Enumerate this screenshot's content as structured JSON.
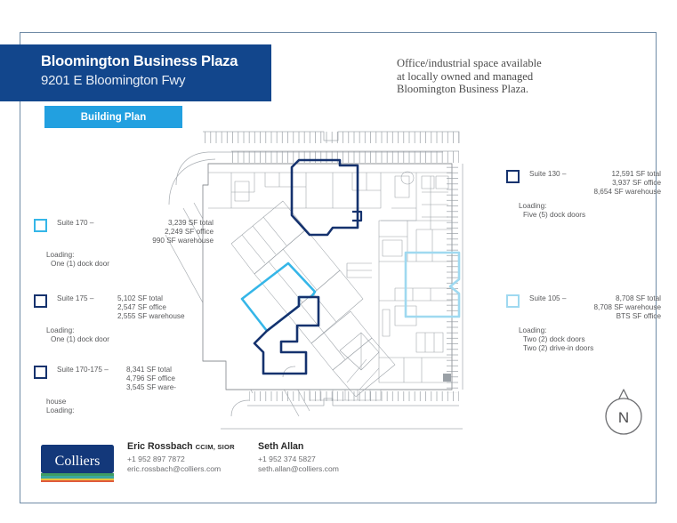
{
  "header": {
    "title": "Bloomington Business Plaza",
    "address": "9201 E Bloomington Fwy",
    "tab_label": "Building Plan"
  },
  "intro": {
    "line1": "Office/industrial space available",
    "line2": "at locally owned and managed",
    "line3": "Bloomington Business Plaza."
  },
  "legend": {
    "suite_170": {
      "swatch_color": "#35b6e8",
      "name": "Suite 170 –",
      "total": "3,239 SF total",
      "office": "2,249 SF office",
      "warehouse": "990 SF warehouse",
      "loading_label": "Loading:",
      "loading_detail": "One (1) dock door"
    },
    "suite_175": {
      "swatch_color": "#15326e",
      "name": "Suite 175 –",
      "total": "5,102 SF total",
      "office": "2,547 SF office",
      "warehouse": "2,555 SF warehouse",
      "loading_label": "Loading:",
      "loading_detail": "One (1) dock door"
    },
    "suite_170_175": {
      "swatch_color": "#15326e",
      "name": "Suite 170-175 –",
      "total": "8,341 SF total",
      "office": "4,796 SF office",
      "warehouse": "3,545 SF ware-",
      "warehouse_wrap": "house",
      "loading_label": "Loading:"
    },
    "suite_130": {
      "swatch_color": "#15326e",
      "name": "Suite 130 –",
      "total": "12,591 SF total",
      "office": "3,937 SF office",
      "warehouse": "8,654 SF warehouse",
      "loading_label": "Loading:",
      "loading_detail": "Five (5) dock doors"
    },
    "suite_105": {
      "swatch_color": "#9fd9f0",
      "name": "Suite 105 –",
      "total": "8,708 SF total",
      "warehouse": "8,708 SF warehouse",
      "office": "BTS SF office",
      "loading_label": "Loading:",
      "loading_detail_1": "Two (2) dock doors",
      "loading_detail_2": "Two (2) drive-in doors"
    }
  },
  "compass": {
    "label": "N"
  },
  "footer": {
    "logo_text": "Colliers",
    "contacts": [
      {
        "name": "Eric Rossbach",
        "designations": "CCIM, SIOR",
        "phone": "+1 952 897 7872",
        "email": "eric.rossbach@colliers.com"
      },
      {
        "name": "Seth Allan",
        "designations": "",
        "phone": "+1 952 374 5827",
        "email": "seth.allan@colliers.com"
      }
    ]
  },
  "plan": {
    "highlight_navy": "#15326e",
    "highlight_cyan": "#35b6e8",
    "highlight_pale": "#9fd9f0",
    "line_color": "#8d9196"
  }
}
